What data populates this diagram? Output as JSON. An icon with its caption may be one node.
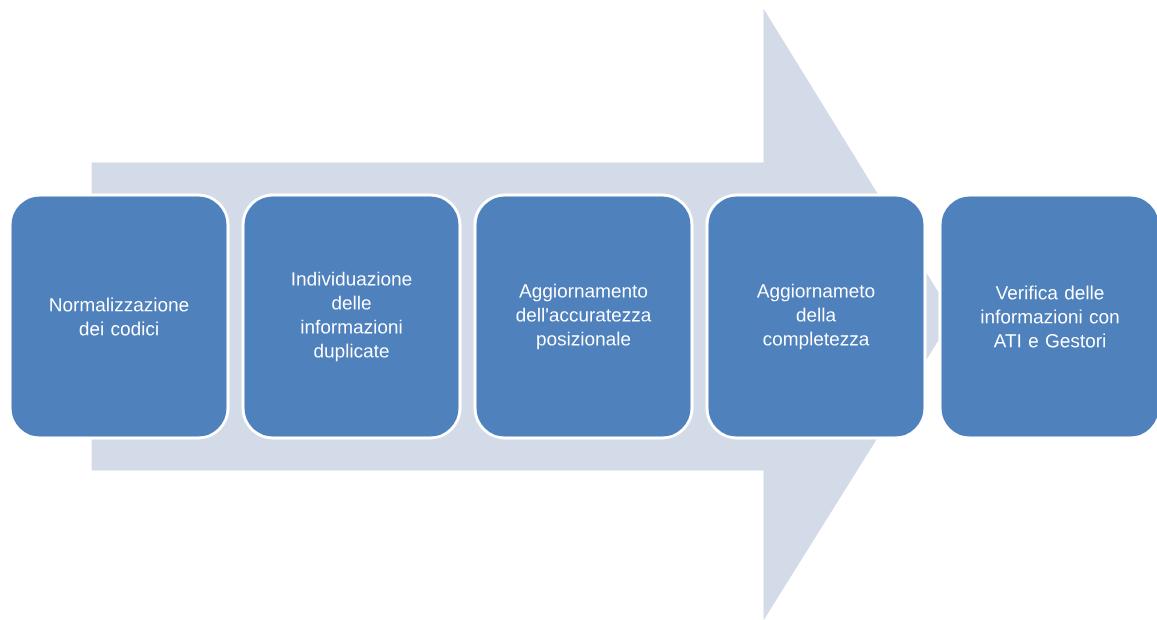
{
  "diagram": {
    "nodes": [
      {
        "text": [
          "Normalizzazione dei codici"
        ]
      },
      {
        "text": [
          "Individuazione delle informazioni duplicate"
        ]
      },
      {
        "text": [
          "Aggiornamento dell'accuratezza posizionale"
        ]
      },
      {
        "text": [
          "Aggiornameto della completezza"
        ]
      },
      {
        "text": [
          "Verifica delle informazioni con ATI e Gestori"
        ]
      }
    ],
    "edges": [
      {
        "from": 0,
        "to": 4,
        "arrow": "to"
      }
    ]
  }
}
